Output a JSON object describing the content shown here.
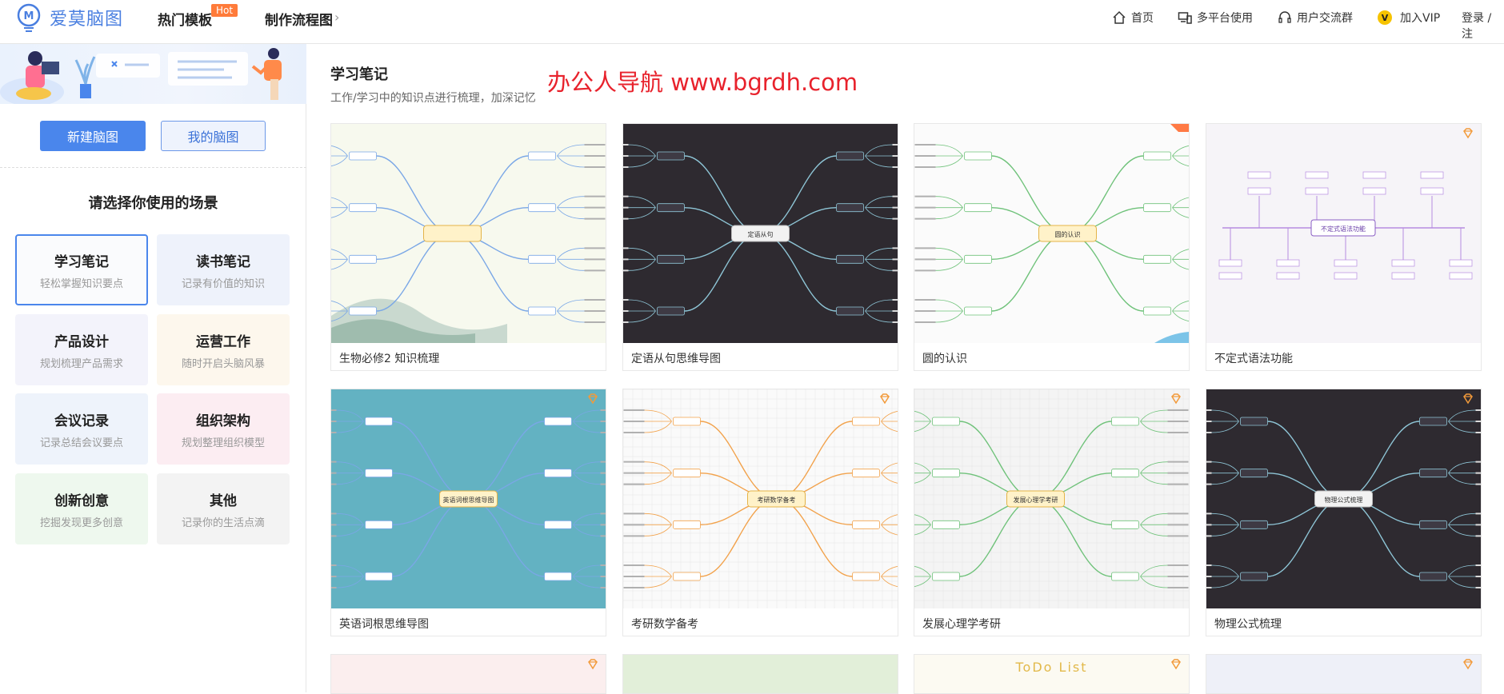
{
  "app": {
    "name": "爱莫脑图",
    "colors": {
      "primary": "#4a86ec",
      "hot": "#ff7b3a",
      "watermark": "#e8222c"
    }
  },
  "topnav": {
    "links": [
      {
        "label": "热门模板",
        "badge": "Hot"
      },
      {
        "label": "制作流程图"
      }
    ],
    "right": [
      {
        "label": "首页",
        "icon": "home-icon"
      },
      {
        "label": "多平台使用",
        "icon": "devices-icon"
      },
      {
        "label": "用户交流群",
        "icon": "headset-icon"
      },
      {
        "label": "加入VIP",
        "icon": "vip-icon",
        "icon_text": "V"
      },
      {
        "label": "登录 / 注"
      }
    ]
  },
  "sidebar": {
    "new_button": "新建脑图",
    "my_button": "我的脑图",
    "section_title": "请选择你使用的场景",
    "scenes": [
      {
        "title": "学习笔记",
        "sub": "轻松掌握知识要点",
        "bg": "#fafbfd",
        "active": true
      },
      {
        "title": "读书笔记",
        "sub": "记录有价值的知识",
        "bg": "#eef2fb"
      },
      {
        "title": "产品设计",
        "sub": "规划梳理产品需求",
        "bg": "#f3f3fb"
      },
      {
        "title": "运营工作",
        "sub": "随时开启头脑风暴",
        "bg": "#fdf7ed"
      },
      {
        "title": "会议记录",
        "sub": "记录总结会议要点",
        "bg": "#eef3fb"
      },
      {
        "title": "组织架构",
        "sub": "规划整理组织模型",
        "bg": "#fcedf2"
      },
      {
        "title": "创新创意",
        "sub": "挖掘发现更多创意",
        "bg": "#eef8ee"
      },
      {
        "title": "其他",
        "sub": "记录你的生活点滴",
        "bg": "#f3f3f3"
      }
    ]
  },
  "main": {
    "title": "学习笔记",
    "subtitle": "工作/学习中的知识点进行梳理，加深记忆",
    "watermark": "办公人导航 www.bgrdh.com",
    "cards": [
      {
        "label": "生物必修2 知识梳理",
        "bg": "#f7f9ee",
        "center": "",
        "vip": false
      },
      {
        "label": "定语从句思维导图",
        "bg": "#2e2a30",
        "center": "定语从句",
        "vip": false
      },
      {
        "label": "圆的认识",
        "bg": "#fbfbfb",
        "center": "圆的认识",
        "vip": false
      },
      {
        "label": "不定式语法功能",
        "bg": "#f6f4f8",
        "center": "不定式语法功能",
        "vip": true
      },
      {
        "label": "英语词根思维导图",
        "bg": "#63b2c2",
        "center": "英语词根思维导图",
        "vip": true
      },
      {
        "label": "考研数学备考",
        "bg": "#fafafa",
        "center": "考研数学备考",
        "vip": true
      },
      {
        "label": "发展心理学考研",
        "bg": "#f4f4f4",
        "center": "发展心理学考研",
        "vip": true
      },
      {
        "label": "物理公式梳理",
        "bg": "#2e2a30",
        "center": "物理公式梳理",
        "vip": true
      }
    ],
    "partial_cards": [
      {
        "bg": "#fbeeee",
        "title": "",
        "vip": true
      },
      {
        "bg": "#e2efd9",
        "title": "",
        "vip": false
      },
      {
        "bg": "#fcfaf2",
        "title": "ToDo List",
        "vip": true
      },
      {
        "bg": "#eef0f8",
        "title": "",
        "vip": true
      }
    ]
  }
}
